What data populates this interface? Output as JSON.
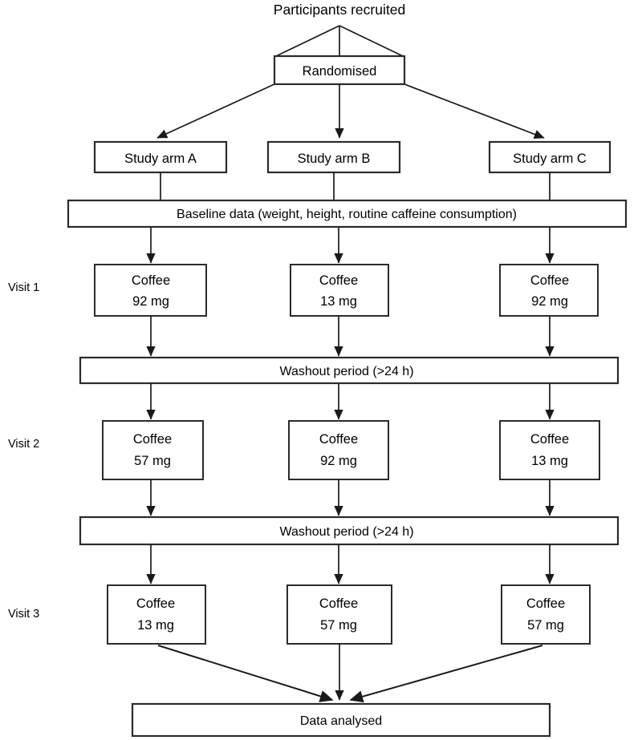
{
  "diagram": {
    "title": "Participants recruited",
    "randomised": "Randomised",
    "arms": [
      {
        "label": "Study arm A"
      },
      {
        "label": "Study arm B"
      },
      {
        "label": "Study arm C"
      }
    ],
    "baseline": "Baseline data (weight, height, routine caffeine consumption)",
    "washout_1": "Washout period (>24 h)",
    "washout_2": "Washout period (>24 h)",
    "final": "Data analysed",
    "visit_labels": [
      "Visit 1",
      "Visit 2",
      "Visit 3"
    ],
    "visits": [
      {
        "name": "Visit 1",
        "cells": [
          {
            "line1": "Coffee",
            "line2": "92 mg"
          },
          {
            "line1": "Coffee",
            "line2": "13 mg"
          },
          {
            "line1": "Coffee",
            "line2": "92 mg"
          }
        ]
      },
      {
        "name": "Visit 2",
        "cells": [
          {
            "line1": "Coffee",
            "line2": "57 mg"
          },
          {
            "line1": "Coffee",
            "line2": "92 mg"
          },
          {
            "line1": "Coffee",
            "line2": "13 mg"
          }
        ]
      },
      {
        "name": "Visit 3",
        "cells": [
          {
            "line1": "Coffee",
            "line2": "13 mg"
          },
          {
            "line1": "Coffee",
            "line2": "57 mg"
          },
          {
            "line1": "Coffee",
            "line2": "57 mg"
          }
        ]
      }
    ],
    "colors": {
      "background": "#ffffff",
      "box_stroke": "#2b2b2b",
      "connector": "#1a1a1a",
      "text": "#000000"
    }
  }
}
